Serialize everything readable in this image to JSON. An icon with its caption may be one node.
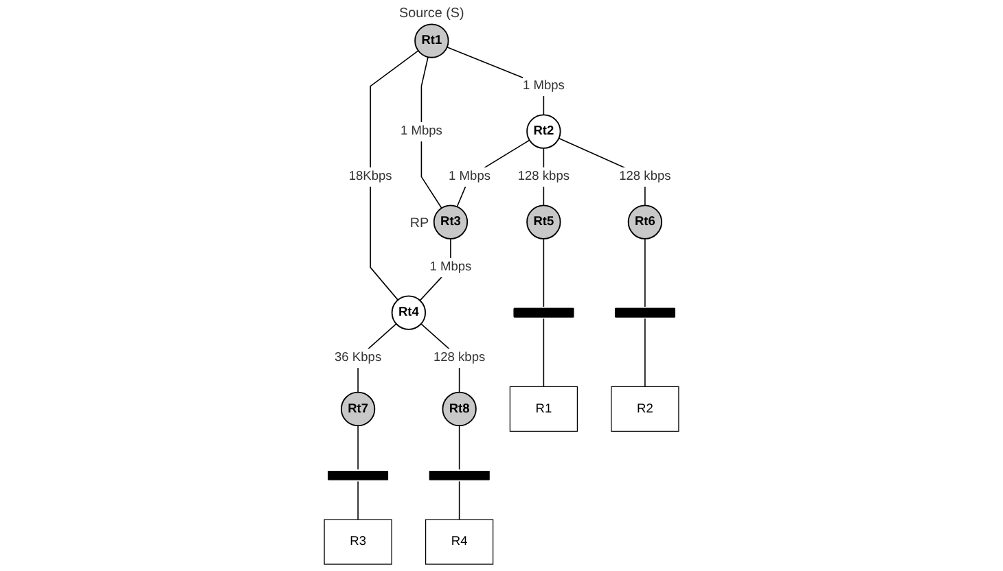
{
  "diagram": {
    "nodes": [
      {
        "text": [
          "Rt1"
        ],
        "beside": [
          "Source (S)"
        ]
      },
      {
        "text": [
          "Rt2"
        ]
      },
      {
        "text": [
          "Rt3"
        ],
        "beside": [
          "RP"
        ]
      },
      {
        "text": [
          "Rt4"
        ]
      },
      {
        "text": [
          "Rt5"
        ]
      },
      {
        "text": [
          "Rt6"
        ]
      },
      {
        "text": [
          "Rt7"
        ]
      },
      {
        "text": [
          "Rt8"
        ]
      },
      {
        "text": [],
        "shape": "bar"
      },
      {
        "text": [],
        "shape": "bar"
      },
      {
        "text": [],
        "shape": "bar"
      },
      {
        "text": [],
        "shape": "bar"
      },
      {
        "text": [
          "R1"
        ]
      },
      {
        "text": [
          "R2"
        ]
      },
      {
        "text": [
          "R3"
        ]
      },
      {
        "text": [
          "R4"
        ]
      }
    ],
    "edges": [
      {
        "from": 0,
        "to": 1,
        "arrow": "none",
        "label": "1 Mbps"
      },
      {
        "from": 0,
        "to": 2,
        "arrow": "none",
        "label": "1 Mbps"
      },
      {
        "from": 0,
        "to": 3,
        "arrow": "none",
        "label": "18Kbps"
      },
      {
        "from": 1,
        "to": 2,
        "arrow": "none",
        "label": "1 Mbps"
      },
      {
        "from": 2,
        "to": 3,
        "arrow": "none",
        "label": "1 Mbps"
      },
      {
        "from": 1,
        "to": 4,
        "arrow": "none",
        "label": "128 kbps"
      },
      {
        "from": 1,
        "to": 5,
        "arrow": "none",
        "label": "128 kbps"
      },
      {
        "from": 3,
        "to": 6,
        "arrow": "none",
        "label": "36 Kbps"
      },
      {
        "from": 3,
        "to": 7,
        "arrow": "none",
        "label": "128 kbps"
      },
      {
        "from": 4,
        "to": 8,
        "arrow": "none"
      },
      {
        "from": 5,
        "to": 9,
        "arrow": "none"
      },
      {
        "from": 6,
        "to": 10,
        "arrow": "none"
      },
      {
        "from": 7,
        "to": 11,
        "arrow": "none"
      },
      {
        "from": 8,
        "to": 12,
        "arrow": "none"
      },
      {
        "from": 9,
        "to": 13,
        "arrow": "none"
      },
      {
        "from": 10,
        "to": 14,
        "arrow": "none"
      },
      {
        "from": 11,
        "to": 15,
        "arrow": "none"
      }
    ]
  }
}
